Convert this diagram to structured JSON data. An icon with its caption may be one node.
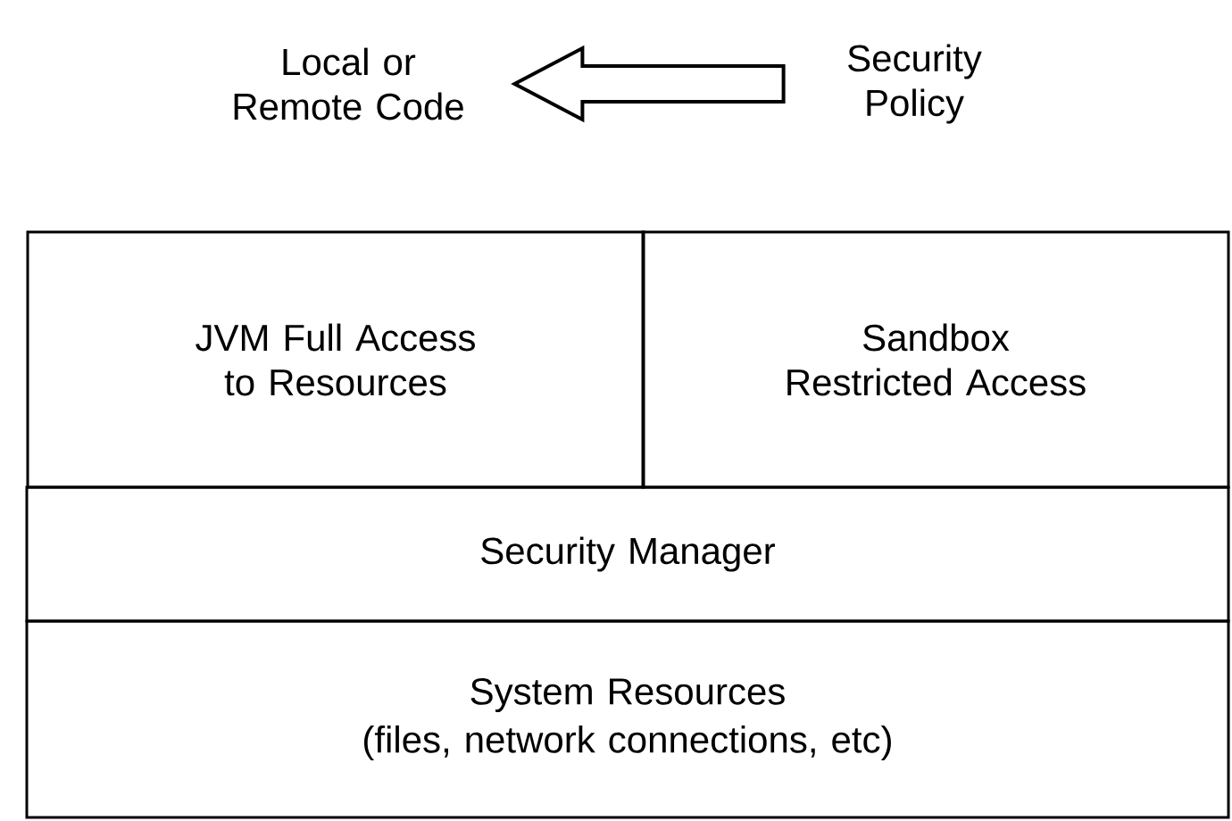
{
  "diagram": {
    "nodes": [
      {
        "text": [
          "Local or Remote Code"
        ]
      },
      {
        "text": [
          "Security Policy"
        ]
      },
      {
        "text": [
          "JVM Full Access to Resources"
        ]
      },
      {
        "text": [
          "Sandbox Restricted Access"
        ]
      },
      {
        "text": [
          "Security Manager"
        ]
      },
      {
        "text": [
          "System Resources",
          "(files, network connections, etc)"
        ]
      }
    ],
    "edges": [
      {
        "from": 1,
        "to": 0,
        "arrow": "to"
      }
    ]
  }
}
